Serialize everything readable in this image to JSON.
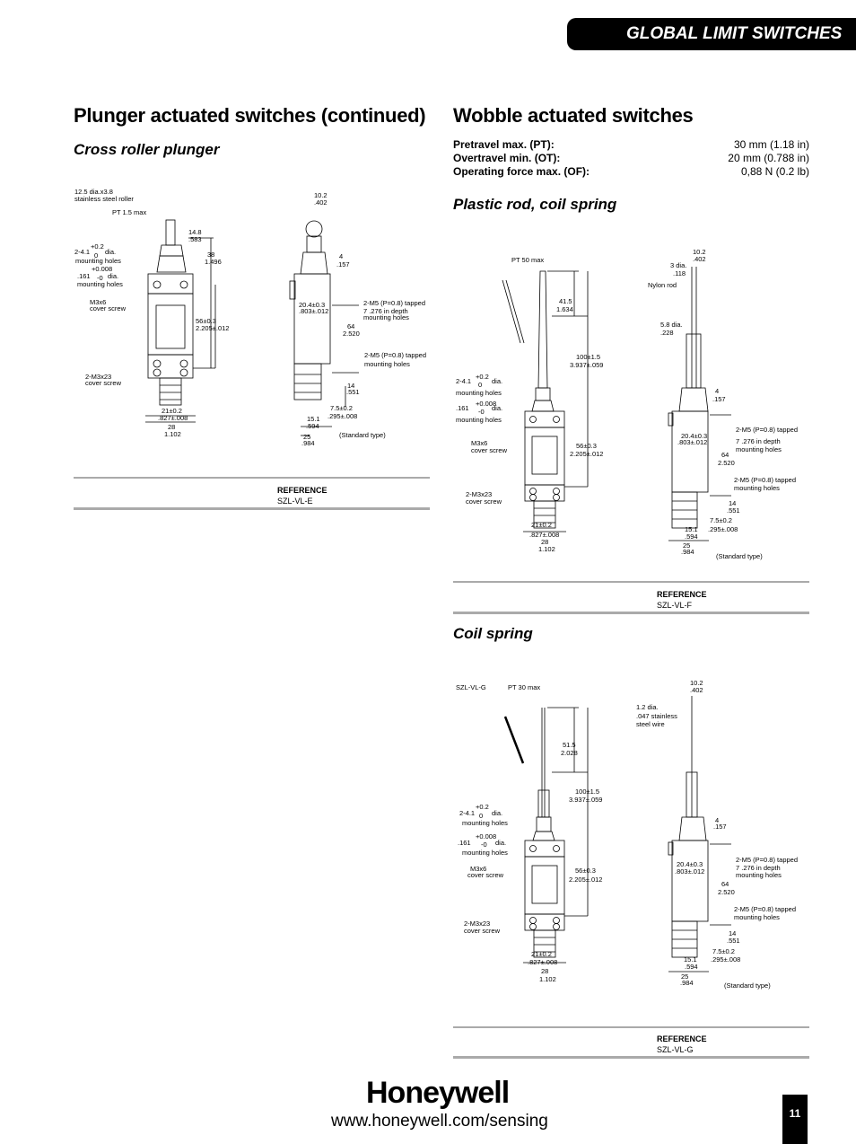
{
  "banner": "GLOBAL LIMIT SWITCHES",
  "left": {
    "title": "Plunger actuated switches (continued)",
    "subtitle": "Cross roller plunger",
    "reference_title": "REFERENCE",
    "reference_value": "SZL-VL-E"
  },
  "right": {
    "title": "Wobble actuated switches",
    "specs": [
      {
        "label": "Pretravel max. (PT):",
        "value": "30 mm (1.18 in)"
      },
      {
        "label": "Overtravel min. (OT):",
        "value": "20 mm (0.788 in)"
      },
      {
        "label": "Operating force max. (OF):",
        "value": "0,88 N (0.2 lb)"
      }
    ],
    "section1": {
      "title": "Plastic rod, coil spring",
      "reference_title": "REFERENCE",
      "reference_value": "SZL-VL-F"
    },
    "section2": {
      "title": "Coil spring",
      "reference_title": "REFERENCE",
      "reference_value": "SZL-VL-G"
    }
  },
  "drawings": {
    "e": {
      "roller": "12.5 dia.x3.8",
      "roller2": "stainless steel roller",
      "pt": "PT 1.5 max",
      "d148": "14.8",
      "d583": ".583",
      "d38": "38",
      "d1496": "1.496",
      "holes1a": "2-4.1",
      "holes1b": "+0.2",
      "holes1c": "0",
      "holes1d": "dia.",
      "holes1e": "mounting holes",
      "holes2a": "+0.008",
      "holes2b": ".161",
      "holes2c": "-0",
      "holes2d": "dia.",
      "holes2e": "mounting holes",
      "m3x6": "M3x6",
      "cover": "cover screw",
      "d56": "56±0.3",
      "d2205": "2.205±.012",
      "m3x23": "2-M3x23",
      "cover2": "cover screw",
      "d21": "21±0.2",
      "d827": ".827±.008",
      "d28": "28",
      "d1102": "1.102",
      "d102": "10.2",
      "d402": ".402",
      "d4": "4",
      "d157": ".157",
      "d204": "20.4±0.3",
      "d803": ".803±.012",
      "m5a": "2-M5 (P=0.8) tapped",
      "m5b": "7 .276 in depth",
      "m5c": "mounting holes",
      "d64": "64",
      "d2520": "2.520",
      "m5d": "2-M5 (P=0.8) tapped",
      "m5e": "mounting holes",
      "d14": "14",
      "d551": ".551",
      "d75": "7.5±0.2",
      "d295": ".295±.008",
      "d151": "15.1",
      "d594": ".594",
      "d25": "25",
      "d984": ".984",
      "std": "(Standard type)"
    },
    "f": {
      "pt": "PT 50 max",
      "d415": "41.5",
      "d1634": "1.634",
      "d100": "100±1.5",
      "d3937": "3.937±.059",
      "holes1a": "2-4.1",
      "holes1b": "+0.2",
      "holes1c": "0",
      "holes1d": "dia.",
      "holes1e": "mounting holes",
      "holes2a": ".161",
      "holes2b": "+0.008",
      "holes2c": "-0",
      "holes2d": "dia.",
      "holes2e": "mounting holes",
      "m3x6": "M3x6",
      "cover": "cover screw",
      "d56": "56±0.3",
      "d2205": "2.205±.012",
      "m3x23": "2-M3x23",
      "cover2": "cover screw",
      "d21": "21±0.2",
      "d827": ".827±.008",
      "d28": "28",
      "d1102": "1.102",
      "d102": "10.2",
      "d402": ".402",
      "d3": "3 dia.",
      "d118": ".118",
      "nylon": "Nylon rod",
      "d58": "5.8 dia.",
      "d228": ".228",
      "d4": "4",
      "d157": ".157",
      "d204": "20.4±0.3",
      "d803": ".803±.012",
      "m5a": "2-M5 (P=0.8) tapped",
      "m5b": "7 .276 in depth",
      "m5c": "mounting holes",
      "d64": "64",
      "d2520": "2.520",
      "m5d": "2-M5 (P=0.8) tapped",
      "m5e": "mounting holes",
      "d14": "14",
      "d551": ".551",
      "d75": "7.5±0.2",
      "d295": ".295±.008",
      "d151": "15.1",
      "d594": ".594",
      "d25": "25",
      "d984": ".984",
      "std": "(Standard type)"
    },
    "g": {
      "model": "SZL-VL-G",
      "pt": "PT 30 max",
      "d515": "51.5",
      "d2028": "2.028",
      "d100": "100±1.5",
      "d3937": "3.937±.059",
      "holes1a": "2-4.1",
      "holes1b": "+0.2",
      "holes1c": "0",
      "holes1d": "dia.",
      "holes1e": "mounting holes",
      "holes2a": ".161",
      "holes2b": "+0.008",
      "holes2c": "-0",
      "holes2d": "dia.",
      "holes2e": "mounting holes",
      "m3x6": "M3x6",
      "cover": "cover screw",
      "d56": "56±0.3",
      "d2205": "2.205±.012",
      "m3x23": "2-M3x23",
      "cover2": "cover screw",
      "d21": "21±0.2",
      "d827": ".827±.008",
      "d28": "28",
      "d1102": "1.102",
      "d102": "10.2",
      "d402": ".402",
      "wire1": "1.2 dia.",
      "wire2": ".047 stainless",
      "wire3": "steel wire",
      "d4": "4",
      "d157": ".157",
      "d204": "20.4±0.3",
      "d803": ".803±.012",
      "m5a": "2-M5 (P=0.8) tapped",
      "m5b": "7 .276 in depth",
      "m5c": "mounting holes",
      "d64": "64",
      "d2520": "2.520",
      "m5d": "2-M5 (P=0.8) tapped",
      "m5e": "mounting holes",
      "d14": "14",
      "d551": ".551",
      "d75": "7.5±0.2",
      "d295": ".295±.008",
      "d151": "15.1",
      "d594": ".594",
      "d25": "25",
      "d984": ".984",
      "std": "(Standard type)"
    }
  },
  "footer": {
    "logo": "Honeywell",
    "url": "www.honeywell.com/sensing",
    "page": "11"
  }
}
